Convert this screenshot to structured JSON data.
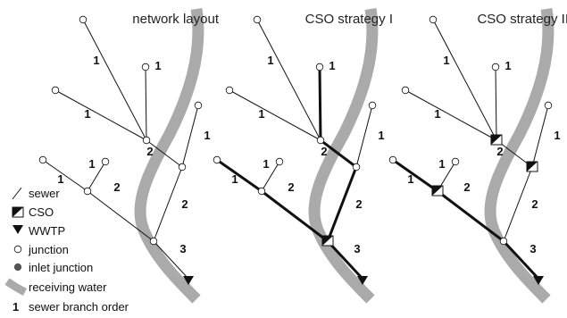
{
  "panels": [
    {
      "title": "network layout"
    },
    {
      "title": "CSO strategy I"
    },
    {
      "title": "CSO strategy II"
    }
  ],
  "branch_order_labels": [
    "1",
    "1",
    "1",
    "1",
    "1",
    "2",
    "1",
    "2",
    "2",
    "3"
  ],
  "legend": {
    "items": [
      {
        "icon": "sewer-line-icon",
        "label": "sewer"
      },
      {
        "icon": "cso-icon",
        "label": "CSO"
      },
      {
        "icon": "wwtp-triangle-icon",
        "label": "WWTP"
      },
      {
        "icon": "junction-open-circle-icon",
        "label": "junction"
      },
      {
        "icon": "inlet-junction-filled-circle-icon",
        "label": "inlet junction"
      },
      {
        "icon": "receiving-water-band-icon",
        "label": "receiving water"
      },
      {
        "icon": "branch-order-number-icon",
        "symbol": "1",
        "label": "sewer branch order"
      }
    ]
  },
  "colors": {
    "river": "#aaaaaa",
    "line": "#111111",
    "junction_fill": "#ffffff",
    "inlet": "#555555"
  }
}
